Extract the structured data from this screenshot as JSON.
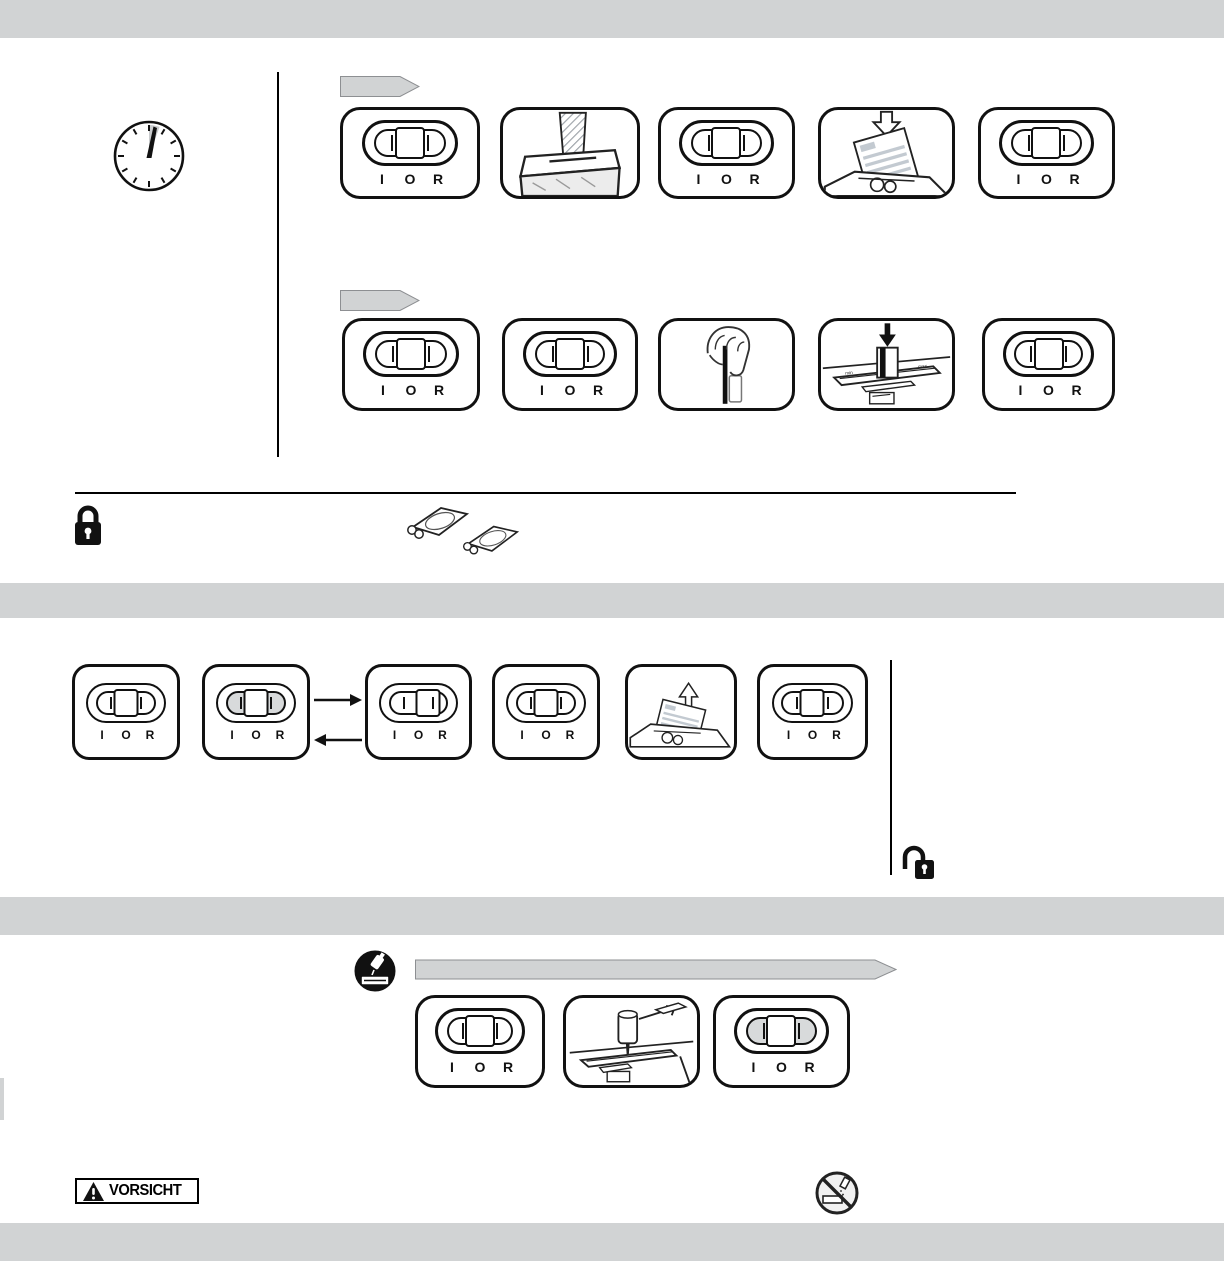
{
  "document": {
    "type": "shredder-instruction-manual-page",
    "language": "de",
    "caution_label": "VORSICHT"
  },
  "colors": {
    "page_background": "#ffffff",
    "band_gray": "#d1d3d4",
    "ink": "#111111",
    "tag_fill": "#d1d3d4",
    "tag_stroke": "#8d8f92",
    "highlight_gray": "#d8dadb",
    "paper_line_gray": "#b9c0c7"
  },
  "switch": {
    "labels": [
      "I",
      "O",
      "R"
    ]
  },
  "icons": {
    "clock": "clock-icon",
    "lock_closed": "lock-closed-icon",
    "lock_open": "lock-open-icon",
    "oil_badge": "oil-can-badge-icon",
    "no_spray": "no-aerosol-prohibition-icon",
    "warning_triangle": "warning-triangle-icon",
    "step_tag": "step-arrow-tag-icon",
    "long_arrow": "long-arrow-icon",
    "sachet": "lubricant-sachet-icon"
  },
  "sections": {
    "operation": {
      "rows": [
        {
          "name": "paper-shredding-sequence",
          "steps": [
            {
              "kind": "switch",
              "state": "O"
            },
            {
              "kind": "illustration",
              "icon": "shredder-output-icon"
            },
            {
              "kind": "switch",
              "state": "O"
            },
            {
              "kind": "illustration",
              "icon": "insert-paper-icon"
            },
            {
              "kind": "switch",
              "state": "O"
            }
          ]
        },
        {
          "name": "card-shredding-sequence",
          "steps": [
            {
              "kind": "switch",
              "state": "O"
            },
            {
              "kind": "switch",
              "state": "O"
            },
            {
              "kind": "illustration",
              "icon": "hand-card-icon"
            },
            {
              "kind": "illustration",
              "icon": "insert-card-icon"
            },
            {
              "kind": "switch",
              "state": "O"
            }
          ]
        }
      ]
    },
    "jam_clearing": {
      "steps": [
        {
          "kind": "switch",
          "state": "O"
        },
        {
          "kind": "switch",
          "state": "O",
          "highlight": true
        },
        {
          "kind": "switch",
          "state": "R"
        },
        {
          "kind": "switch",
          "state": "O"
        },
        {
          "kind": "illustration",
          "icon": "remove-paper-icon"
        },
        {
          "kind": "switch",
          "state": "O"
        }
      ]
    },
    "oiling": {
      "steps": [
        {
          "kind": "switch",
          "state": "O"
        },
        {
          "kind": "illustration",
          "icon": "oil-apply-icon"
        },
        {
          "kind": "switch",
          "state": "O",
          "highlight": true
        }
      ]
    }
  }
}
